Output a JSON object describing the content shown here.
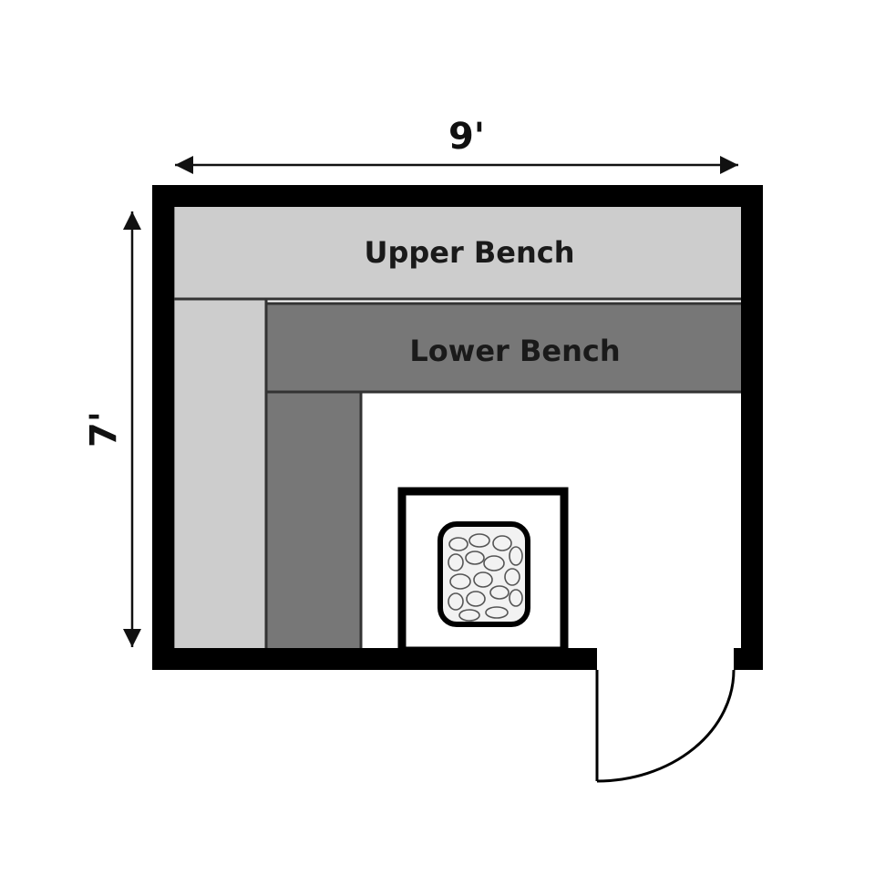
{
  "dimensions": {
    "width_label": "9'",
    "depth_label": "7'"
  },
  "benches": {
    "upper_label": "Upper Bench",
    "lower_label": "Lower Bench"
  },
  "colors": {
    "wall": "#000000",
    "upper_bench": "#cdcdcd",
    "lower_bench": "#777777",
    "floor": "#ffffff",
    "stones": "#f0f0f0"
  },
  "icons": {
    "heater": "sauna-heater-stones-icon",
    "door": "door-swing-icon"
  }
}
